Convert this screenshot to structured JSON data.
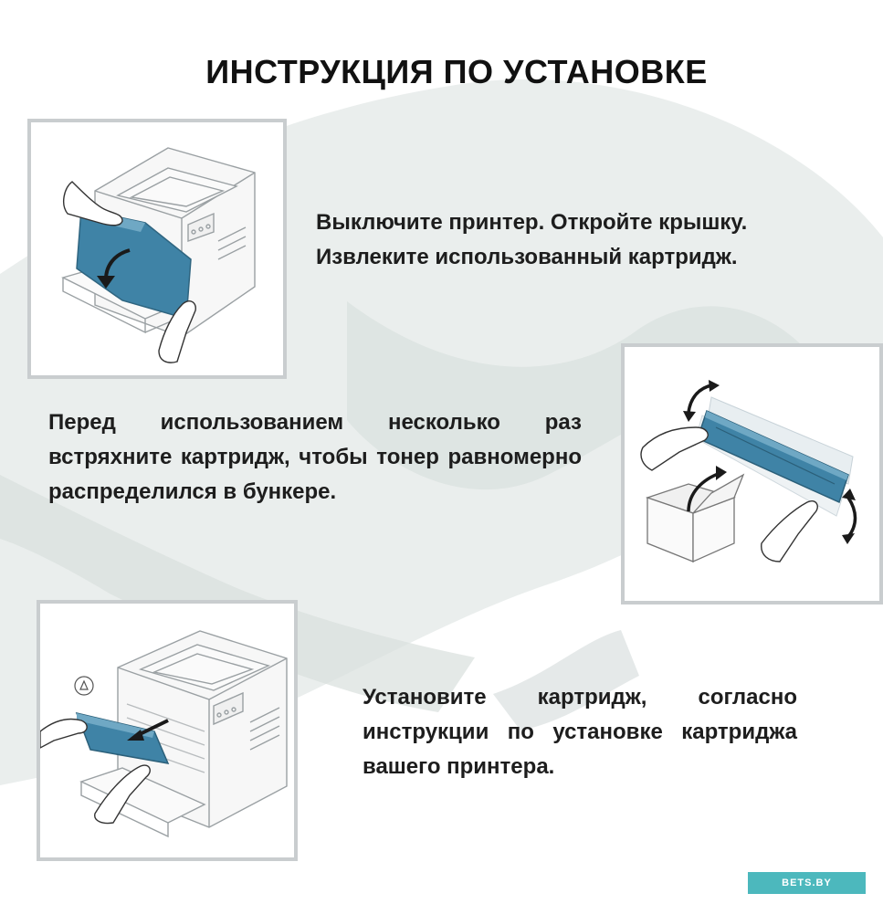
{
  "page": {
    "title": "ИНСТРУКЦИЯ ПО УСТАНОВКЕ"
  },
  "steps": [
    {
      "text": "Выключите принтер. Откройте крышку. Извлеките использованный картридж."
    },
    {
      "text": "Перед использованием несколько раз встряхните картридж, чтобы тонер равномерно распределился в бункере."
    },
    {
      "text": "Установите картридж, согласно инструкции по установке картриджа вашего принтера."
    }
  ],
  "watermark": {
    "text": "BETS.BY"
  },
  "colors": {
    "cartridge": "#3f83a6",
    "frame_border": "#c9cdcf",
    "logo_bg": "#4cb8bd",
    "text": "#1d1d1d"
  }
}
